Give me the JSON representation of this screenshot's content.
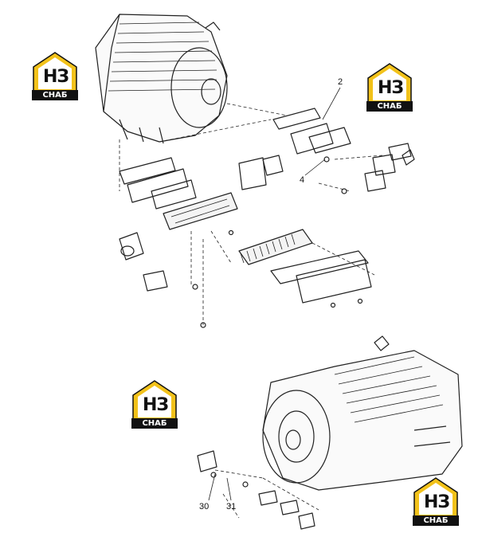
{
  "brand": {
    "letters": "НЗ",
    "word": "СНАБ",
    "accent": "#f2c21a",
    "ink": "#111111"
  },
  "callouts": [
    "2",
    "4",
    "30",
    "31"
  ],
  "icons": [
    "transmission-icon",
    "oil-cooler-icon",
    "gasket-icon",
    "fitting-icon",
    "bolt-icon",
    "elbow-icon"
  ]
}
